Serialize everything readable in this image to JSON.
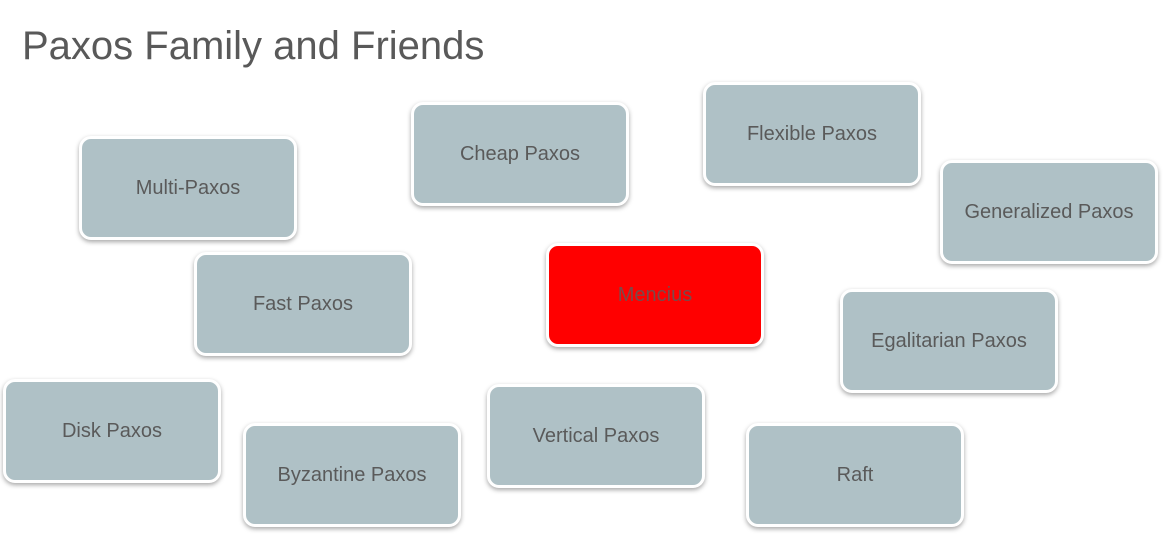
{
  "title": "Paxos Family and Friends",
  "boxes": {
    "multi": "Multi-Paxos",
    "cheap": "Cheap Paxos",
    "flexible": "Flexible Paxos",
    "generalized": "Generalized Paxos",
    "fast": "Fast Paxos",
    "mencius": "Mencius",
    "egalitarian": "Egalitarian Paxos",
    "disk": "Disk Paxos",
    "byzantine": "Byzantine Paxos",
    "vertical": "Vertical Paxos",
    "raft": "Raft"
  },
  "colors": {
    "box_fill": "#afc1c6",
    "highlight_fill": "#ff0000",
    "title_text": "#595959"
  }
}
